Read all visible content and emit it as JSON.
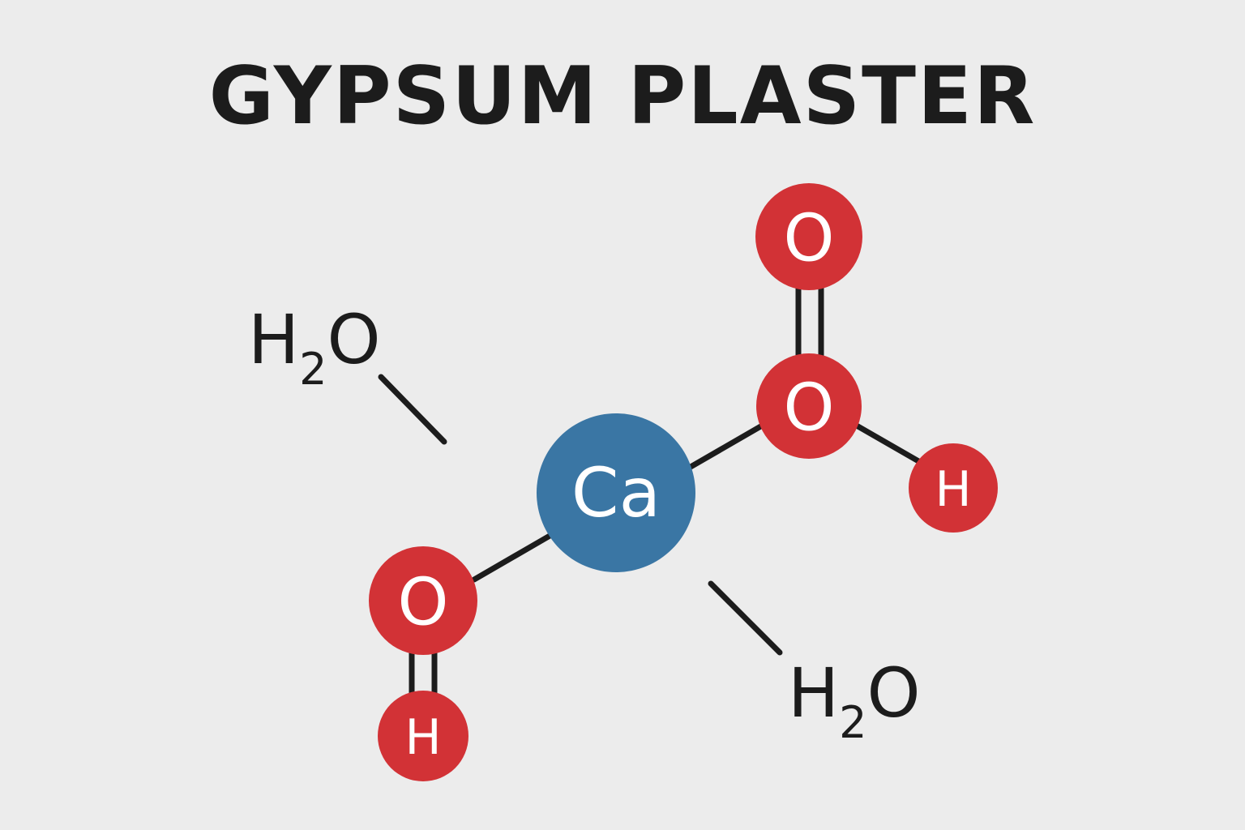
{
  "title": "GYPSUM PLASTER",
  "colors": {
    "background": "#ececec",
    "oxygen": "#d23236",
    "hydrogen": "#d23236",
    "calcium": "#3a76a4",
    "bond": "#1c1c1c",
    "text": "#1c1c1c"
  },
  "atoms": {
    "calcium": "Ca",
    "oxygen_top": "O",
    "oxygen_middle": "O",
    "hydrogen_right": "H",
    "oxygen_left": "O",
    "hydrogen_bottom": "H"
  },
  "water_labels": {
    "left": {
      "main": "H",
      "subscript": "2",
      "tail": "O"
    },
    "right": {
      "main": "H",
      "subscript": "2",
      "tail": "O"
    }
  }
}
